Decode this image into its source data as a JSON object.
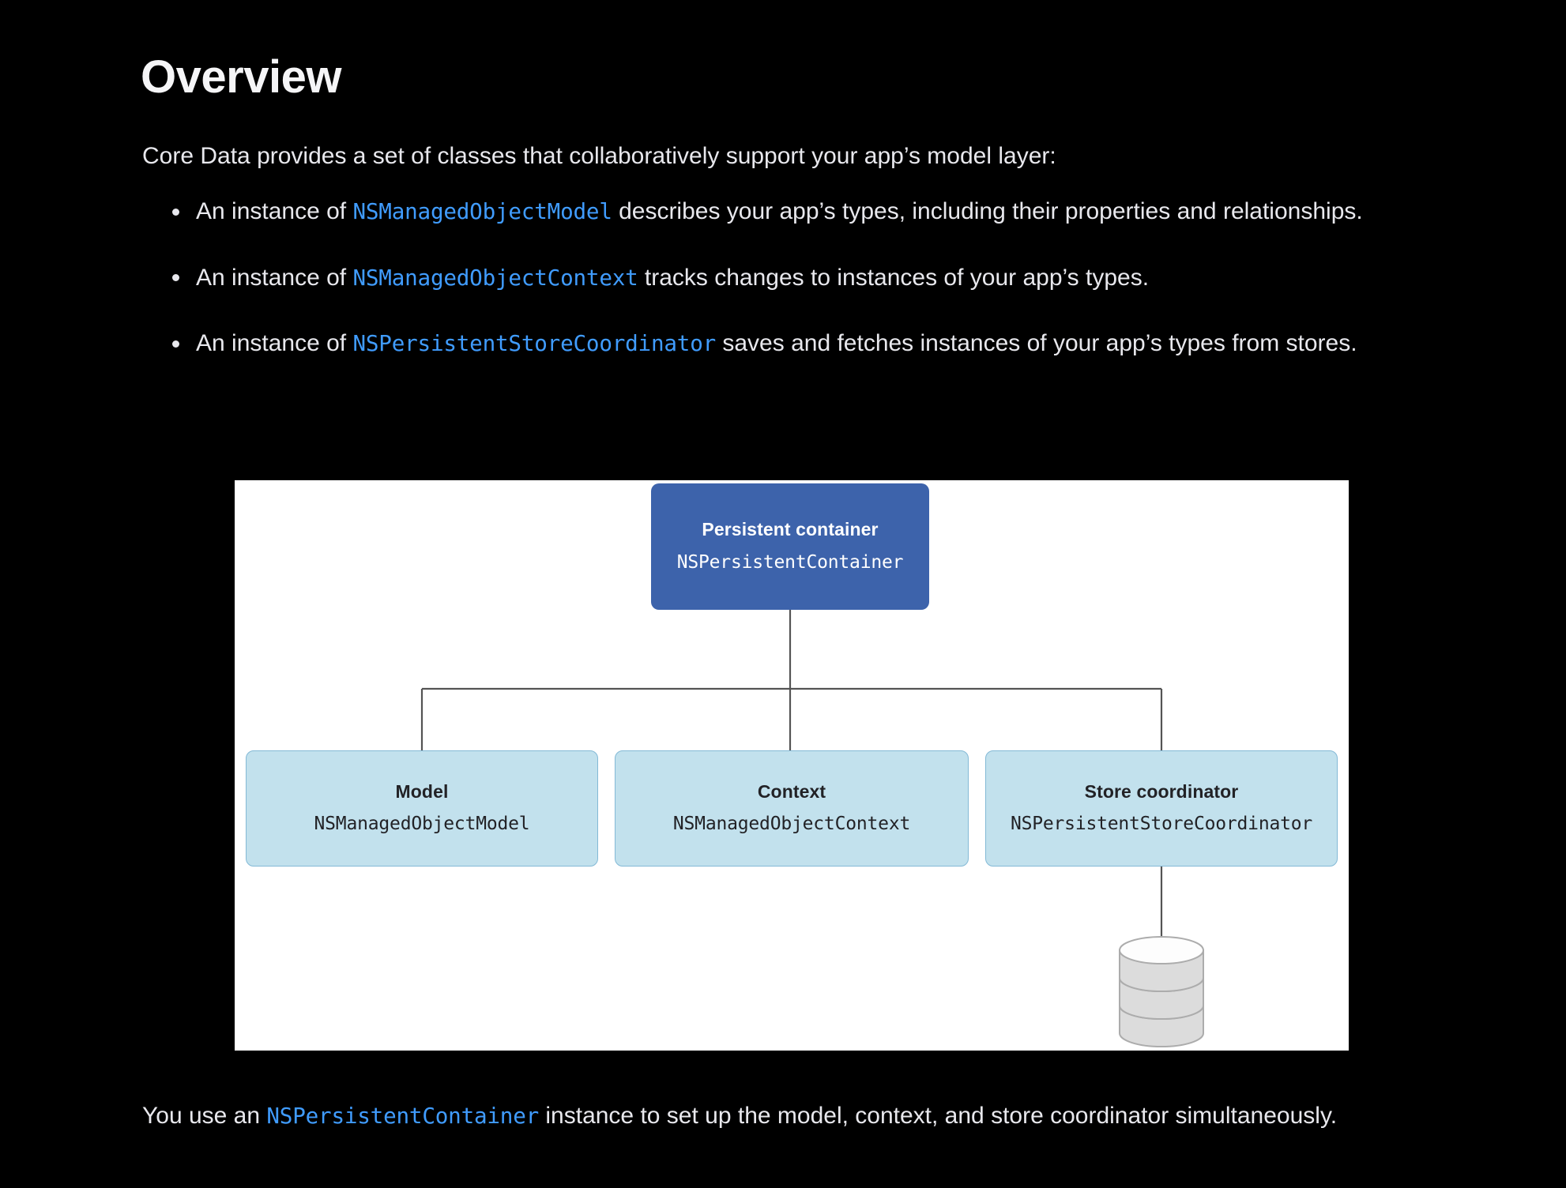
{
  "doc": {
    "heading": "Overview",
    "intro": "Core Data provides a set of classes that collaboratively support your app’s model layer:",
    "bullets": [
      {
        "pre": "An instance of ",
        "code": "NSManagedObjectModel",
        "post": " describes your app’s types, including their properties and relationships."
      },
      {
        "pre": "An instance of ",
        "code": "NSManagedObjectContext",
        "post": " tracks changes to instances of your app’s types."
      },
      {
        "pre": "An instance of ",
        "code": "NSPersistentStoreCoordinator",
        "post": " saves and fetches instances of your app’s types from stores."
      }
    ],
    "closing": {
      "pre": "You use an ",
      "code": "NSPersistentContainer",
      "post": " instance to set up the model, context, and store coordinator simultaneously."
    }
  },
  "diagram": {
    "root": {
      "title": "Persistent container",
      "class_name": "NSPersistentContainer"
    },
    "leaves": [
      {
        "title": "Model",
        "class_name": "NSManagedObjectModel"
      },
      {
        "title": "Context",
        "class_name": "NSManagedObjectContext"
      },
      {
        "title": "Store coordinator",
        "class_name": "NSPersistentStoreCoordinator"
      }
    ],
    "store_icon": "database-cylinder-icon"
  },
  "colors": {
    "background": "#000000",
    "text": "#e8e8ed",
    "code_link": "#409cff",
    "root_node_fill": "#3d63ab",
    "leaf_node_fill": "#c2e1ed",
    "leaf_node_border": "#83b9d6",
    "connector": "#545454",
    "diagram_canvas": "#ffffff",
    "cylinder_fill": "#dcdcdc",
    "cylinder_stroke": "#acacac"
  }
}
